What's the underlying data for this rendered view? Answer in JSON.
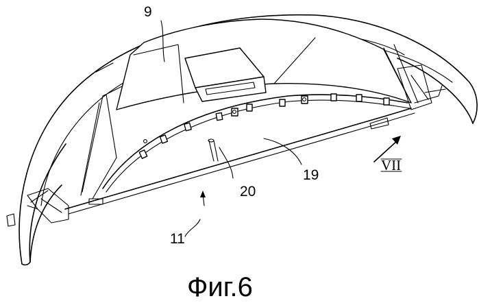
{
  "figure": {
    "caption": "Фиг.6",
    "labels": {
      "ref_9": "9",
      "ref_11": "11",
      "ref_19": "19",
      "ref_20": "20",
      "view_VII": "VII"
    }
  }
}
